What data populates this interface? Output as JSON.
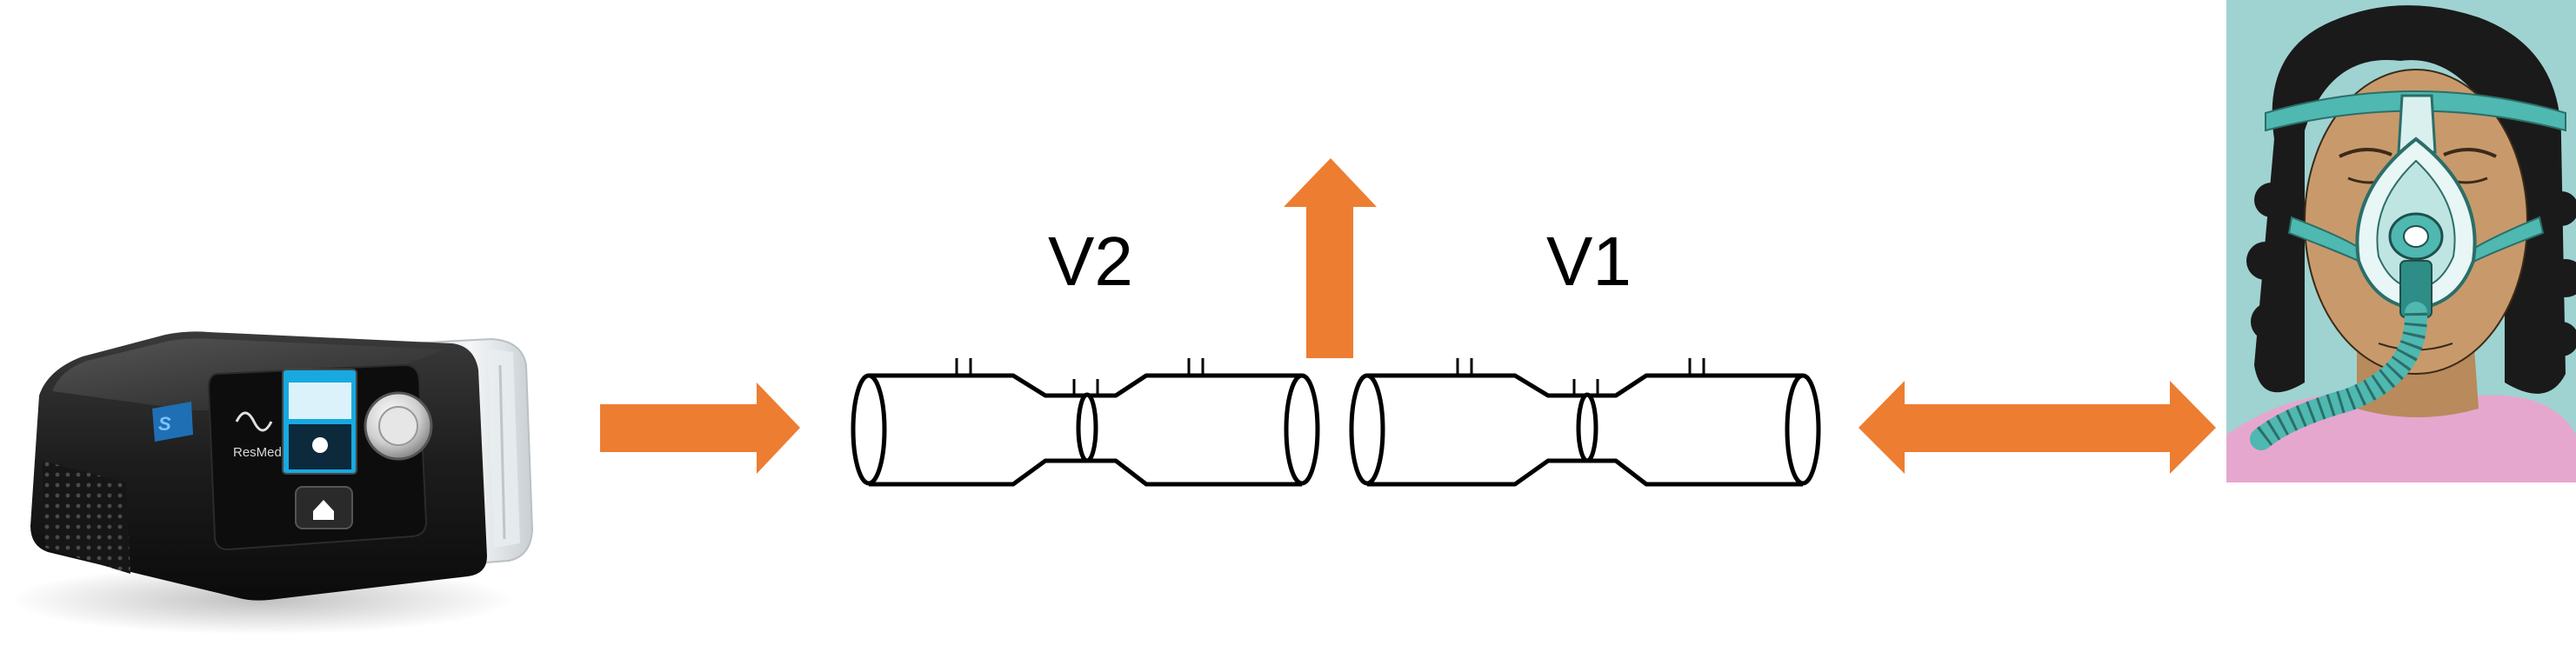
{
  "labels": {
    "v2": "V2",
    "v1": "V1"
  },
  "device": {
    "brand": "ResMed"
  },
  "colors": {
    "arrow": "#ED7D31",
    "mask": "#4FB8B0",
    "skin": "#C89A6B",
    "hair": "#1A1A1A",
    "portrait_background": "#9ED3D1",
    "shirt": "#E6A7CF"
  },
  "icons": {
    "cpap_machine": "cpap-machine-icon",
    "patient": "patient-mask-icon"
  }
}
